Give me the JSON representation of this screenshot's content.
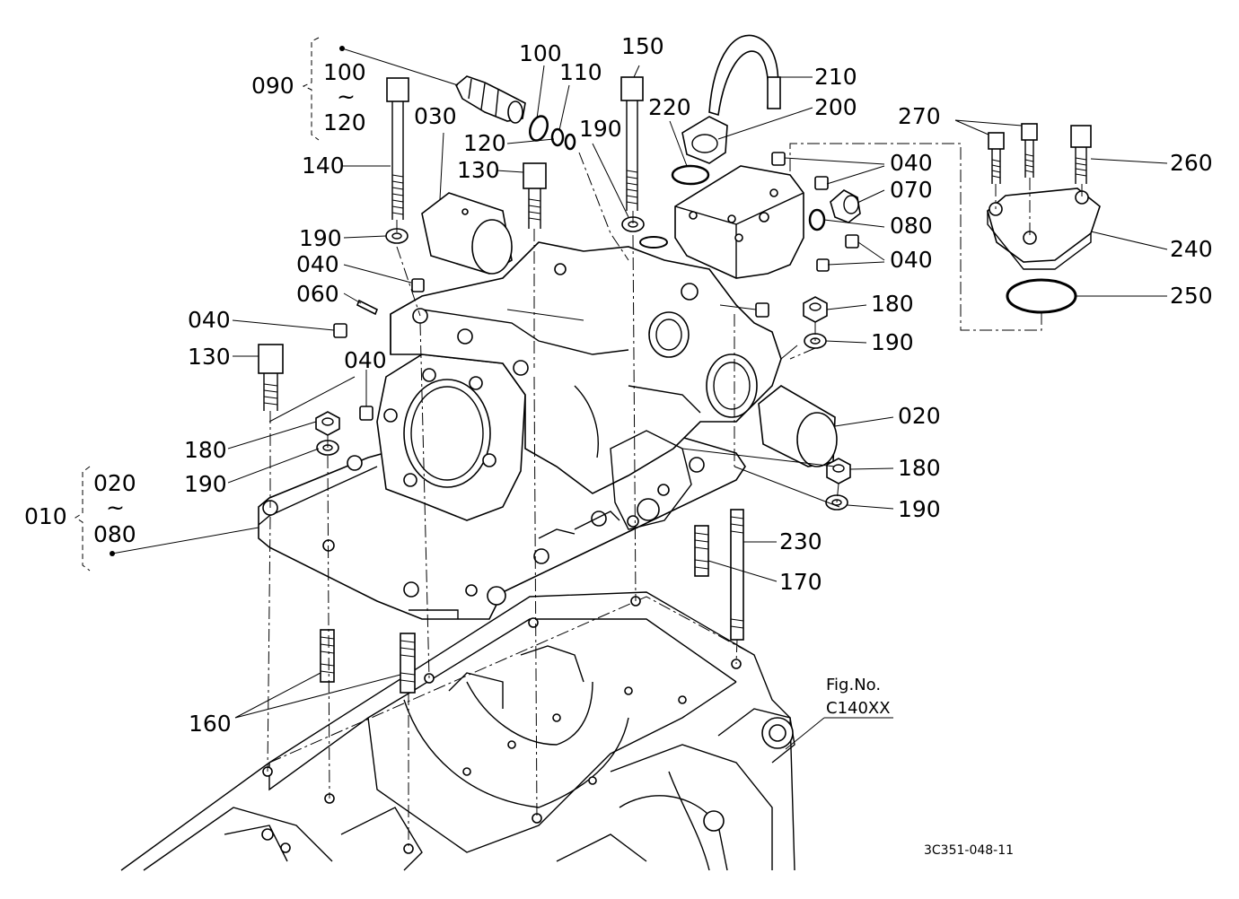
{
  "figure_ref": {
    "line1": "Fig.No.",
    "line2": "C140XX"
  },
  "diagram_code": "3C351-048-11",
  "callouts": {
    "c010": "010",
    "c020a": "020",
    "c020b": "020",
    "c030": "030",
    "c040a": "040",
    "c040b": "040",
    "c040c": "040",
    "c040d": "040",
    "c040e": "040",
    "c060": "060",
    "c070": "070",
    "c080a": "080",
    "c080b": "080",
    "c090": "090",
    "c100a": "100",
    "c100b": "100",
    "c110": "110",
    "c120a": "120",
    "c120b": "120",
    "c130a": "130",
    "c130b": "130",
    "c140": "140",
    "c150": "150",
    "c160": "160",
    "c170": "170",
    "c180a": "180",
    "c180b": "180",
    "c180c": "180",
    "c190a": "190",
    "c190b": "190",
    "c190c": "190",
    "c190d": "190",
    "c190e": "190",
    "c200": "200",
    "c210": "210",
    "c220": "220",
    "c230": "230",
    "c240": "240",
    "c250": "250",
    "c260": "260",
    "c270": "270",
    "range_sep": "~"
  }
}
